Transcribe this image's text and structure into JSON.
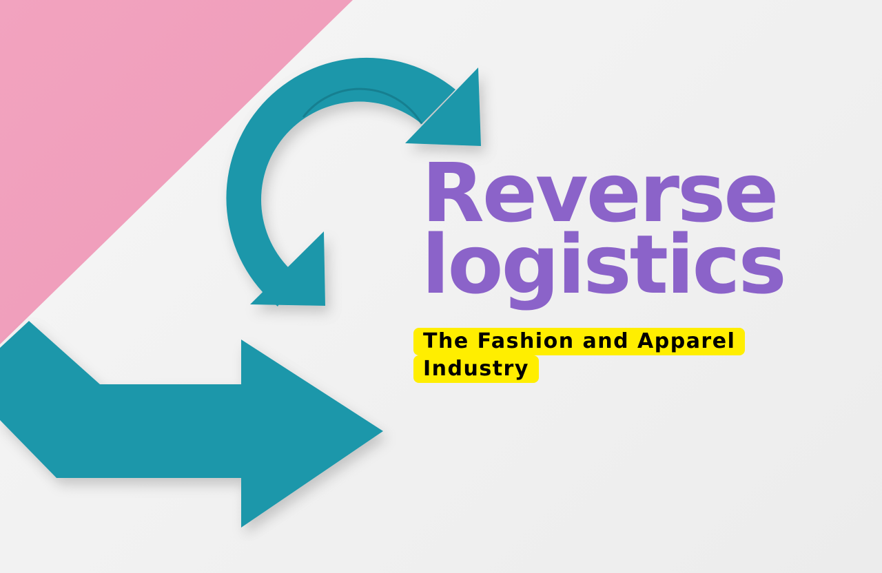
{
  "title": {
    "line1": "Reverse",
    "line2": "logistics"
  },
  "subtitle": {
    "line1": "The Fashion and Apparel",
    "line2": "Industry"
  },
  "icons": [
    "curved-arrow-icon",
    "right-arrow-icon"
  ],
  "colors": {
    "title": "#8b63c9",
    "subtitle_highlight": "#ffee00",
    "arrow": "#1e97aa",
    "pink_panel": "#f2a8c2",
    "background": "#f3f3f3"
  }
}
